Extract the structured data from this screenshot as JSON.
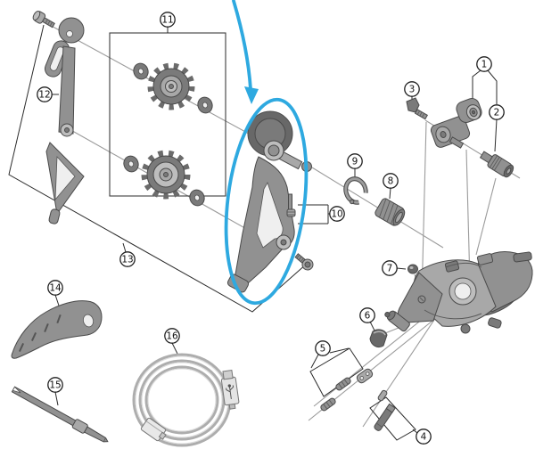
{
  "callouts": [
    {
      "label": "1"
    },
    {
      "label": "2"
    },
    {
      "label": "3"
    },
    {
      "label": "4"
    },
    {
      "label": "5"
    },
    {
      "label": "6"
    },
    {
      "label": "7"
    },
    {
      "label": "8"
    },
    {
      "label": "9"
    },
    {
      "label": "10"
    },
    {
      "label": "11"
    },
    {
      "label": "12"
    },
    {
      "label": "13"
    },
    {
      "label": "14"
    },
    {
      "label": "15"
    },
    {
      "label": "16"
    }
  ],
  "colors": {
    "highlight": "#2ea9e0",
    "background": "#ffffff",
    "part_gray": "#919191",
    "part_dark": "#6e6e6e",
    "part_light": "#c0c0c0",
    "outline": "#4a4a4a",
    "callout_line": "#2b2b2b",
    "axis_line": "#9b9b9b"
  },
  "icons": {
    "usb": "usb-trident"
  }
}
